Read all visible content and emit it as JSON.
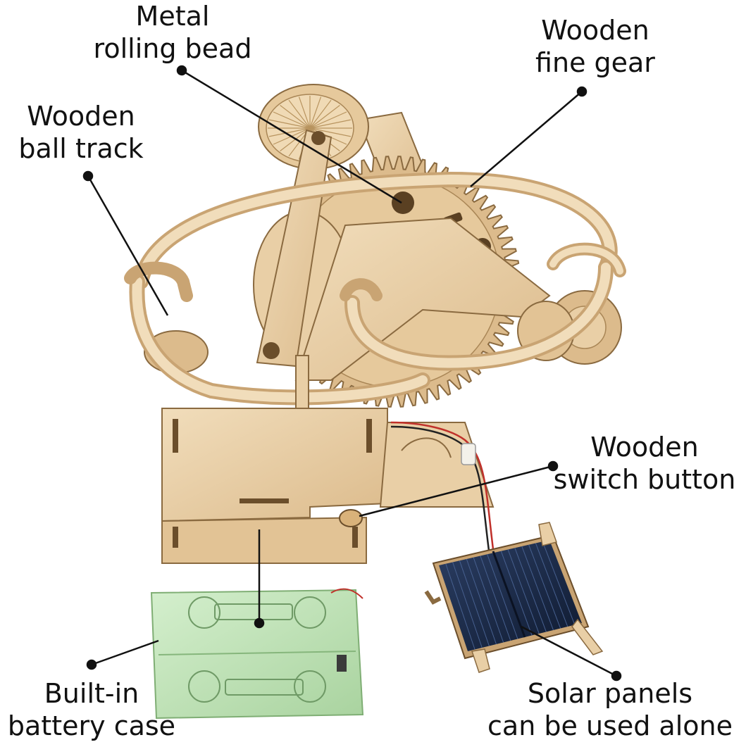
{
  "labels": {
    "bead": {
      "line1": "Metal",
      "line2": "rolling bead"
    },
    "gear": {
      "line1": "Wooden",
      "line2": "fine gear"
    },
    "track": {
      "line1": "Wooden",
      "line2": "ball track"
    },
    "switch": {
      "line1": "Wooden",
      "line2": "switch button"
    },
    "battery": {
      "line1": "Built-in",
      "line2": "battery case"
    },
    "solar": {
      "line1": "Solar panels",
      "line2": "can be used alone"
    }
  },
  "colors": {
    "wood": "#e9cfa6",
    "wood_dark": "#c9a473",
    "wood_edge": "#8a6a40",
    "battery_case": "#b9e2b0",
    "solar_cell": "#1f2d4a",
    "callout": "#111111"
  }
}
